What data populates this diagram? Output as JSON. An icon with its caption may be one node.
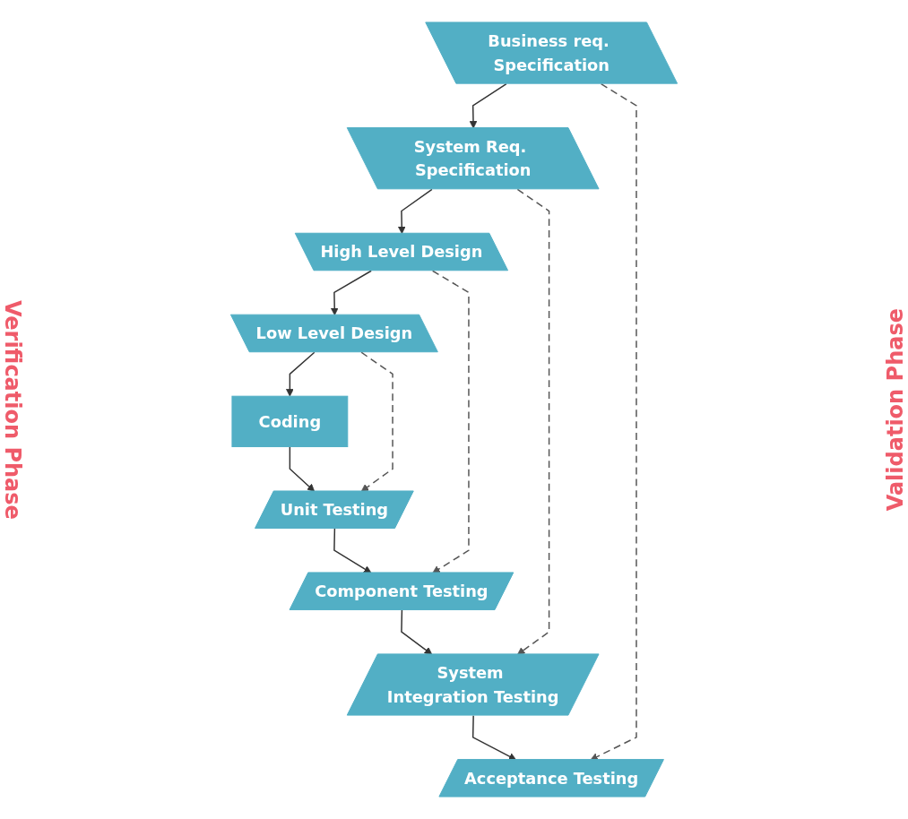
{
  "diagram": {
    "nodes": [
      {
        "text": [
          "Business req. Specification"
        ]
      },
      {
        "text": [
          "System Req. Specification"
        ]
      },
      {
        "text": [
          "High Level Design"
        ]
      },
      {
        "text": [
          "Low Level Design"
        ]
      },
      {
        "text": [
          "Coding"
        ]
      },
      {
        "text": [
          "Unit Testing"
        ]
      },
      {
        "text": [
          "Component Testing"
        ]
      },
      {
        "text": [
          "System Integration Testing"
        ]
      },
      {
        "text": [
          "Acceptance Testing"
        ]
      }
    ],
    "edges": [
      {
        "from": 0,
        "to": 1,
        "arrow": "to"
      },
      {
        "from": 1,
        "to": 2,
        "arrow": "to"
      },
      {
        "from": 2,
        "to": 3,
        "arrow": "to"
      },
      {
        "from": 3,
        "to": 4,
        "arrow": "to"
      },
      {
        "from": 4,
        "to": 5,
        "arrow": "to"
      },
      {
        "from": 5,
        "to": 6,
        "arrow": "to"
      },
      {
        "from": 6,
        "to": 7,
        "arrow": "to"
      },
      {
        "from": 7,
        "to": 8,
        "arrow": "to"
      },
      {
        "from": 0,
        "to": 8,
        "arrow": "to",
        "style": "dashed"
      },
      {
        "from": 1,
        "to": 7,
        "arrow": "to",
        "style": "dashed"
      },
      {
        "from": 2,
        "to": 6,
        "arrow": "to",
        "style": "dashed"
      },
      {
        "from": 3,
        "to": 5,
        "arrow": "to",
        "style": "dashed"
      }
    ],
    "labels": [
      "Verification Phase",
      "Validation Phase"
    ]
  }
}
